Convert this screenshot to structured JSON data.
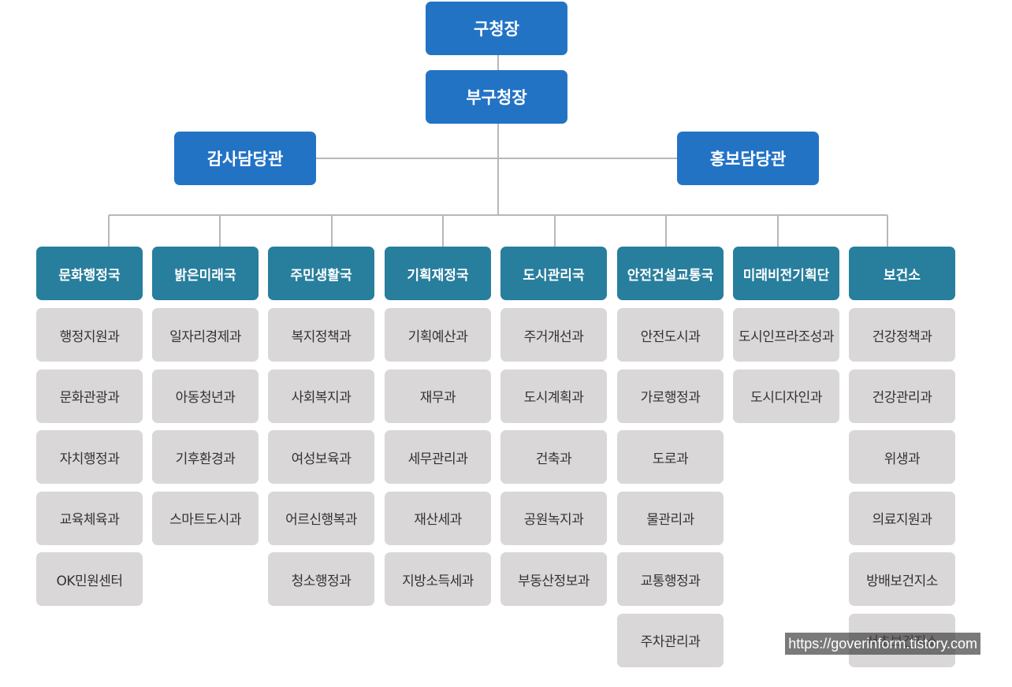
{
  "chart": {
    "mayor": "구청장",
    "deputy": "부구청장",
    "staff_left": "감사담당관",
    "staff_right": "홍보담당관",
    "departments": [
      {
        "name": "문화행정국",
        "units": [
          "행정지원과",
          "문화관광과",
          "자치행정과",
          "교육체육과",
          "OK민원센터"
        ]
      },
      {
        "name": "밝은미래국",
        "units": [
          "일자리경제과",
          "아동청년과",
          "기후환경과",
          "스마트도시과"
        ]
      },
      {
        "name": "주민생활국",
        "units": [
          "복지정책과",
          "사회복지과",
          "여성보육과",
          "어르신행복과",
          "청소행정과"
        ]
      },
      {
        "name": "기획재정국",
        "units": [
          "기획예산과",
          "재무과",
          "세무관리과",
          "재산세과",
          "지방소득세과"
        ]
      },
      {
        "name": "도시관리국",
        "units": [
          "주거개선과",
          "도시계획과",
          "건축과",
          "공원녹지과",
          "부동산정보과"
        ]
      },
      {
        "name": "안전건설교통국",
        "units": [
          "안전도시과",
          "가로행정과",
          "도로과",
          "물관리과",
          "교통행정과",
          "주차관리과"
        ]
      },
      {
        "name": "미래비전기획단",
        "units": [
          "도시인프라조성과",
          "도시디자인과"
        ]
      },
      {
        "name": "보건소",
        "units": [
          "건강정책과",
          "건강관리과",
          "위생과",
          "의료지원과",
          "방배보건지소",
          "서초보건지소"
        ]
      }
    ]
  },
  "watermark": "https://goverinform.tistory.com",
  "colors": {
    "executive": "#2373c5",
    "department": "#287e9d",
    "unit": "#d9d7d8",
    "connector": "#b8b8b8"
  }
}
